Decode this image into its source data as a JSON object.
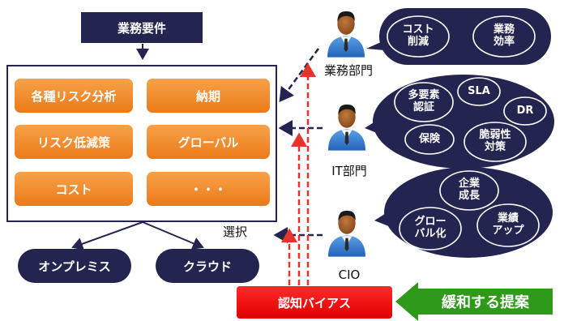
{
  "top_box": "業務要件",
  "requirements": [
    "各種リスク分析",
    "納期",
    "リスク低減策",
    "グローバル",
    "コスト",
    "・・・"
  ],
  "select_label": "選択",
  "options": [
    "オンプレミス",
    "クラウド"
  ],
  "bias_label": "認知バイアス",
  "mitigation_label": "緩和する提案",
  "persons": [
    {
      "label": "業務部門",
      "concerns": [
        "コスト\n削減",
        "業務\n効率"
      ]
    },
    {
      "label": "IT部門",
      "concerns": [
        "多要素\n認証",
        "SLA",
        "DR",
        "保険",
        "脆弱性\n対策"
      ]
    },
    {
      "label": "CIO",
      "concerns": [
        "企業\n成長",
        "グロー\nバル化",
        "業績\nアップ"
      ]
    }
  ],
  "colors": {
    "navy": "#23244f",
    "orange": "#ec7a18",
    "red": "#e00000",
    "green": "#2f9a1a",
    "dashed_red": "#e8332b"
  }
}
